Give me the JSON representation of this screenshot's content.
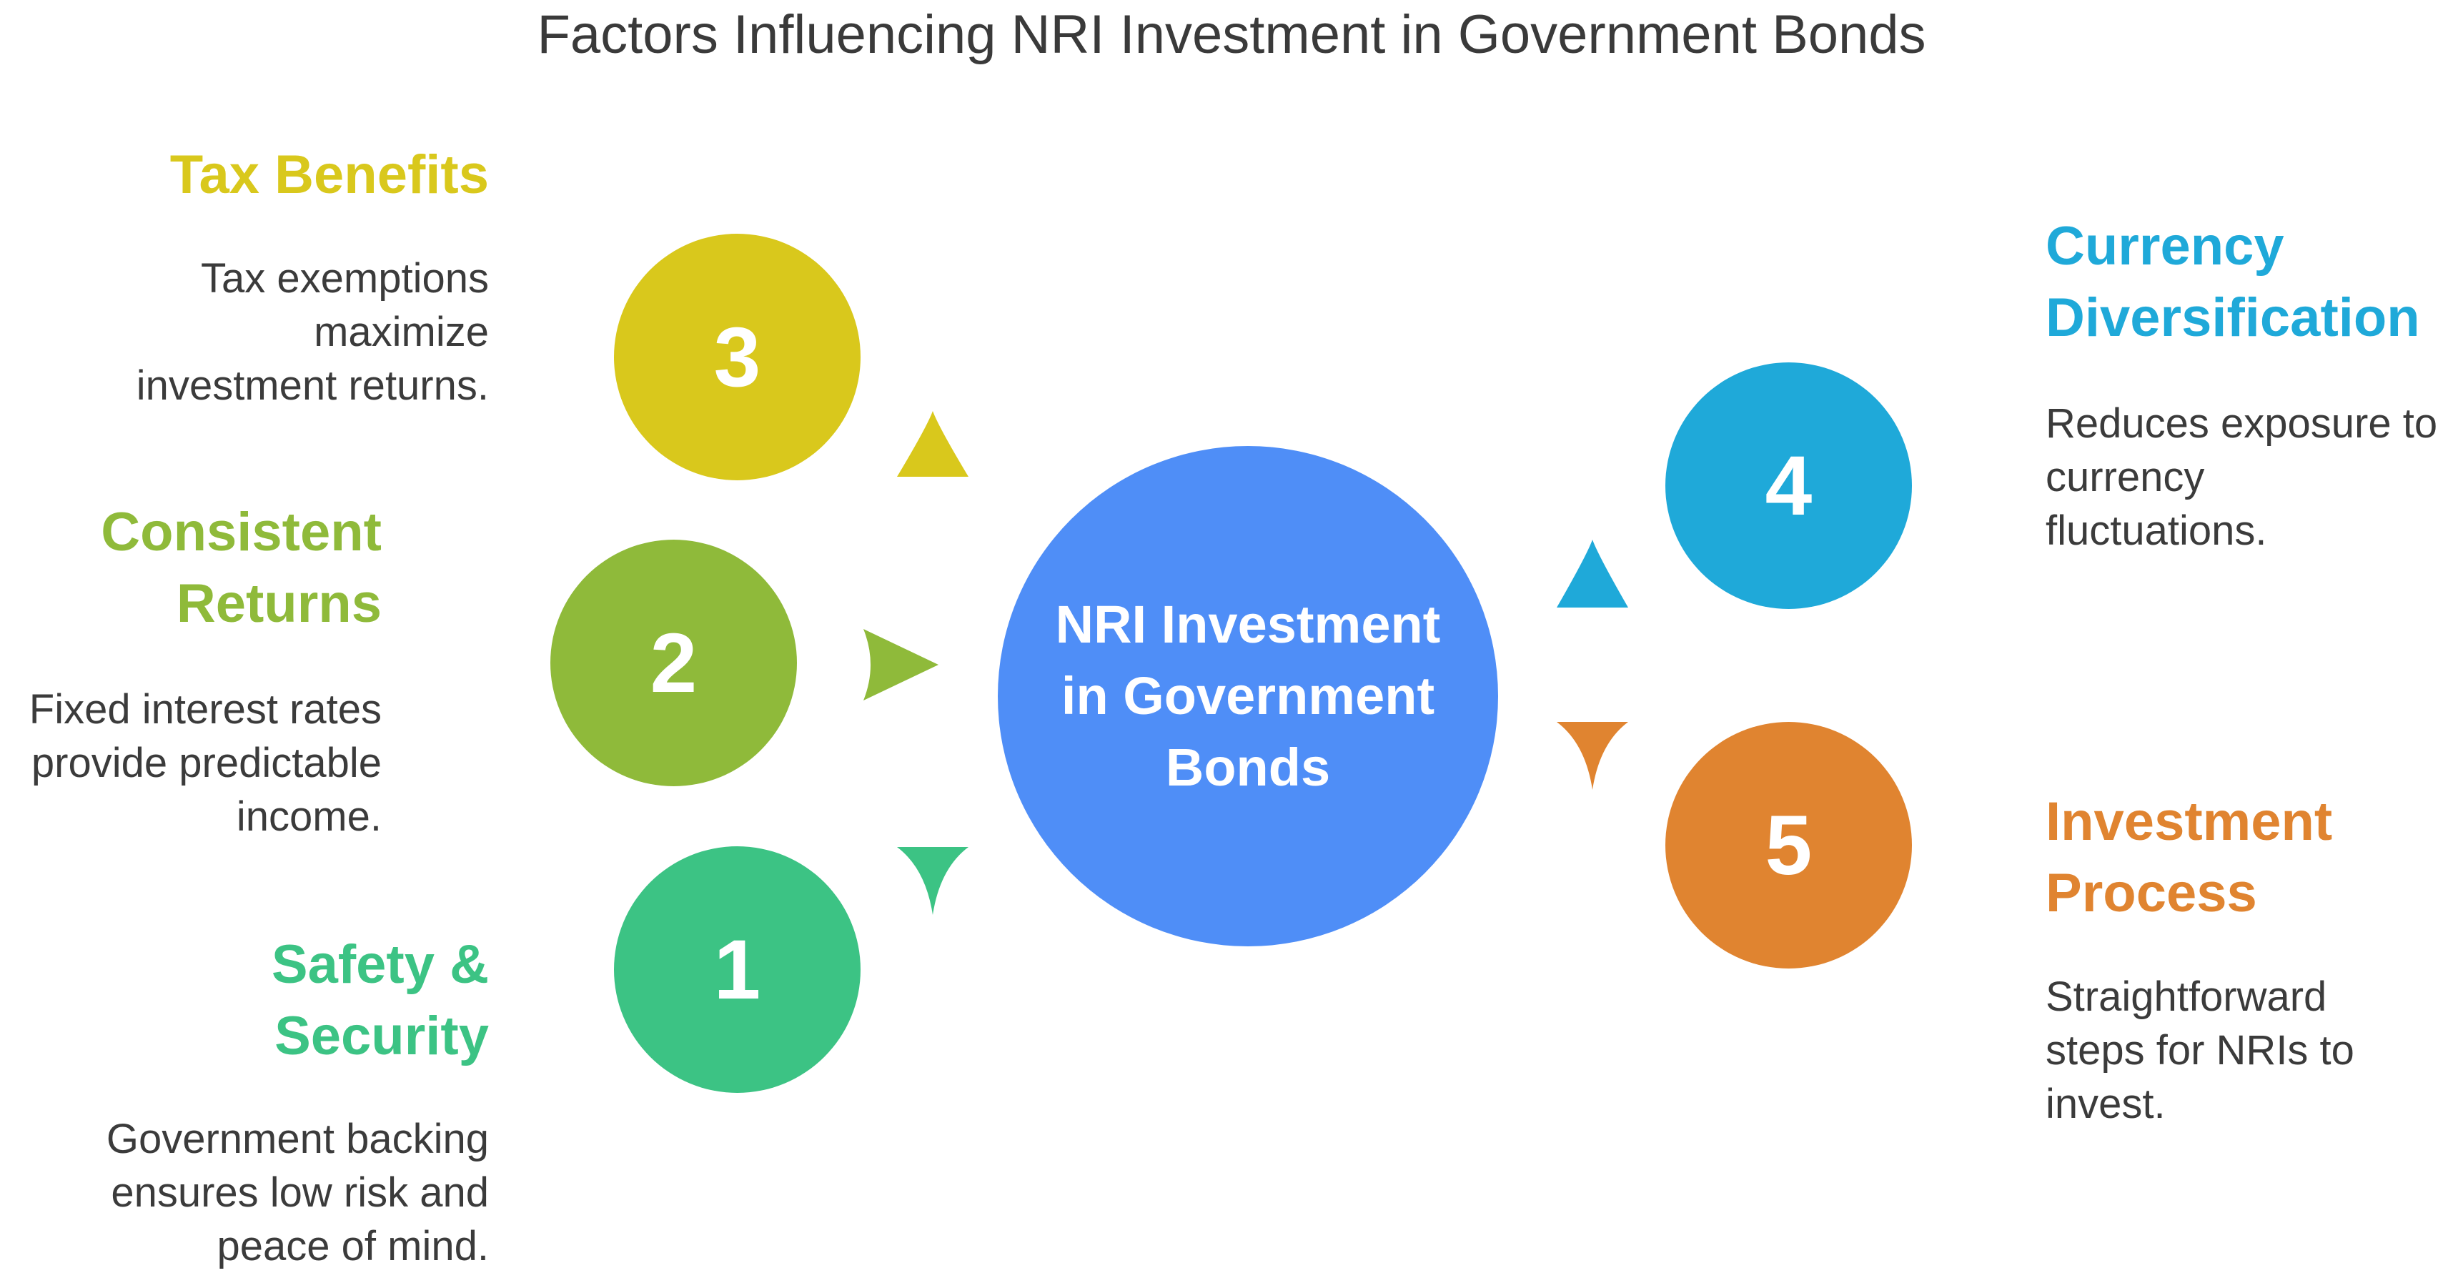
{
  "title": "Factors Influencing NRI Investment in Government Bonds",
  "center": {
    "lines": [
      "NRI Investment",
      "in Government",
      "Bonds"
    ],
    "color": "#4f8ef7"
  },
  "factors": [
    {
      "number": "1",
      "heading": [
        "Safety &",
        "Security"
      ],
      "description": [
        "Government backing",
        "ensures low risk and",
        "peace of mind."
      ],
      "color": "#3cc384"
    },
    {
      "number": "2",
      "heading": [
        "Consistent",
        "Returns"
      ],
      "description": [
        "Fixed interest rates",
        "provide predictable",
        "income."
      ],
      "color": "#8fba3a"
    },
    {
      "number": "3",
      "heading": [
        "Tax Benefits"
      ],
      "description": [
        "Tax exemptions",
        "maximize",
        "investment returns."
      ],
      "color": "#d9c81c"
    },
    {
      "number": "4",
      "heading": [
        "Currency",
        "Diversification"
      ],
      "description": [
        "Reduces exposure to",
        "currency",
        "fluctuations."
      ],
      "color": "#1fa9d9"
    },
    {
      "number": "5",
      "heading": [
        "Investment",
        "Process"
      ],
      "description": [
        "Straightforward",
        "steps for NRIs to",
        "invest."
      ],
      "color": "#e08430"
    }
  ]
}
